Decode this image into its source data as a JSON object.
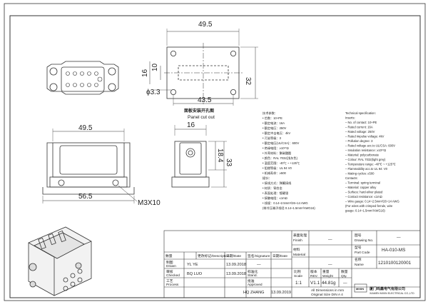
{
  "dims": {
    "top_width": "49.5",
    "top_height": "32",
    "top_inner": "10",
    "top_left": "16",
    "hole_dia": "ϕ3.3",
    "top_pitch": "43.5",
    "front_width": "49.5",
    "front_base": "56.5",
    "screw": "M3X10",
    "side_width": "16",
    "side_h1": "18.4",
    "side_h2": "33"
  },
  "panel_cut": {
    "cn": "面板安装开孔图",
    "en": "Panel cut out"
  },
  "spec_cn": [
    "技术参数：",
    "• 芯数：10+PE",
    "• 额定电流：16A",
    "• 额定电压：250V",
    "• 额定冲击电压：4kV",
    "• 污染等级：3",
    "• 额定电压(UL/CSA)：600V",
    "• 绝缘电阻：≥10¹⁰Ω",
    "• 外壳材料：聚碳酸酯",
    "• 颜色：RAL 7032(浅灰色)",
    "• 温度范围：-40℃ ~ +125℃",
    "• 阻燃等级：UL 94 V0",
    "• 机械寿命：≥500",
    "插针：",
    "• 接线方式：弹簧接线",
    "• 材质：铜合金",
    "• 表面处理：镀硬银",
    "• 接触电阻：≤1mΩ",
    "• 线规：0.14~2.5mm²/26~14 AWG",
    "  (带冷压端子线径 0.14~1.5mm²/AWG16)"
  ],
  "spec_en": [
    "Technical specification:",
    "Inserts:",
    "– No. of contact: 10+PE",
    "– Rated current: 16A",
    "– Rated voltage: 250V",
    "– Rated impulse voltage: 4kV",
    "– Pollution degree: 3",
    "– Rated voltage acc.to UL/CSA: 600V",
    "– Insulation resistance: ≥10¹⁰Ω",
    "– Material: polycarbonate",
    "– Colour: RAL 7032(light grey)",
    "– Temperature range: -40℃ ~ +125℃",
    "– Flammability acc.to UL 94: V0",
    "– Mating cycles: ≥500",
    "Contacts:",
    "– Terminal: spring terminal",
    "– Material: copper alloy",
    "– Surface: hard-silver plated",
    "– Contact resistance: ≤1mΩ",
    "– Wire gauge: 0.14~2.5mm²/26~14 AWG",
    "   (For wires with crimped ferrule, wire",
    "   gauge: 0.14~1.5mm²/AWG16)"
  ],
  "title_block": {
    "change_cn": "更改标记/Description",
    "count_cn": "数量",
    "date_hdr": "日期/Date",
    "sign_hdr": "签名/Signature",
    "date_hdr2": "日期/Date",
    "drawn_cn": "制图",
    "drawn_en": "Drawn",
    "drawn_name": "YL YE",
    "drawn_date": "13.09.2018",
    "checked_cn": "审核",
    "checked_en": "Checked",
    "checked_name": "BQ LUO",
    "checked_date": "13.09.2018",
    "process_cn": "工艺",
    "process_en": "Process",
    "stand_cn": "标准化",
    "stand_en": "Stand.",
    "approved_cn": "批准",
    "approved_en": "Approved",
    "approved_name": "HQ ZHANG",
    "approved_date": "13.09.2019",
    "dash": "—",
    "finish_cn": "表面处理",
    "finish_en": "Finish",
    "material_cn": "材料",
    "material_en": "Material",
    "scale_cn": "比例",
    "scale_en": "Scale",
    "scale_val": "1:1",
    "rev_cn": "版本",
    "rev_en": "REV.",
    "rev_val": "V1.1",
    "weight_cn": "重量",
    "weight_en": "Weight",
    "weight_val": "44.81g",
    "qty_cn": "数量",
    "qty_en": "Qty.",
    "drawing_no_cn": "图号",
    "drawing_no_en": "Drawing No.",
    "part_code_cn": "型号",
    "part_code_en": "Part Code",
    "name_cn": "名称",
    "name_en": "Name",
    "part_code": "HA-010-MS",
    "name": "1210100120001",
    "note_cn": "单位毫米，未注公差",
    "note_en1": "All Dimensions in mm",
    "note_en2": "Original Size DIN A 4",
    "logo": "MIXIN",
    "company_cn": "厦门鸣鑫电气有限公司",
    "company_en": "XIAMEN MIXIN ELECTRICAL CO.,LTD"
  }
}
